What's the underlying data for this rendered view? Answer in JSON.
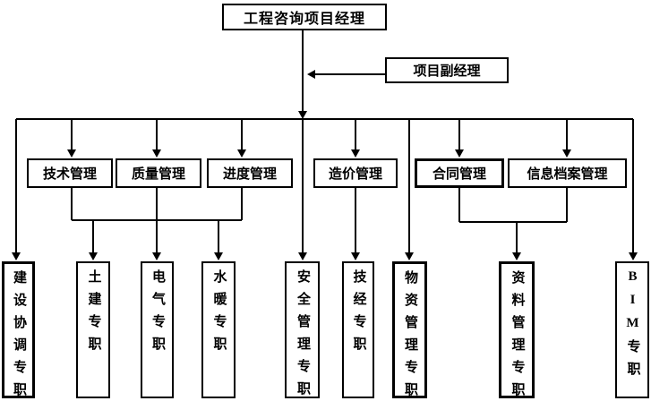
{
  "diagram": {
    "root": {
      "label": "工程咨询项目经理"
    },
    "deputy": {
      "label": "项目副经理"
    },
    "departments": [
      {
        "label": "技术管理"
      },
      {
        "label": "质量管理"
      },
      {
        "label": "进度管理"
      },
      {
        "label": "造价管理"
      },
      {
        "label": "合同管理",
        "bold": true
      },
      {
        "label": "信息档案管理"
      }
    ],
    "positions": [
      {
        "label": "建设协调专职",
        "bold": true
      },
      {
        "label": "土建专职"
      },
      {
        "label": "电气专职"
      },
      {
        "label": "水暖专职"
      },
      {
        "label": "安全管理专职"
      },
      {
        "label": "技经专职"
      },
      {
        "label": "物资管理专职",
        "bold": true
      },
      {
        "label": "资料管理专职",
        "bold": true
      },
      {
        "label": "BIM专职"
      }
    ],
    "colors": {
      "line": "#000000",
      "border": "#000000",
      "text": "#000000",
      "background": "#ffffff"
    }
  }
}
